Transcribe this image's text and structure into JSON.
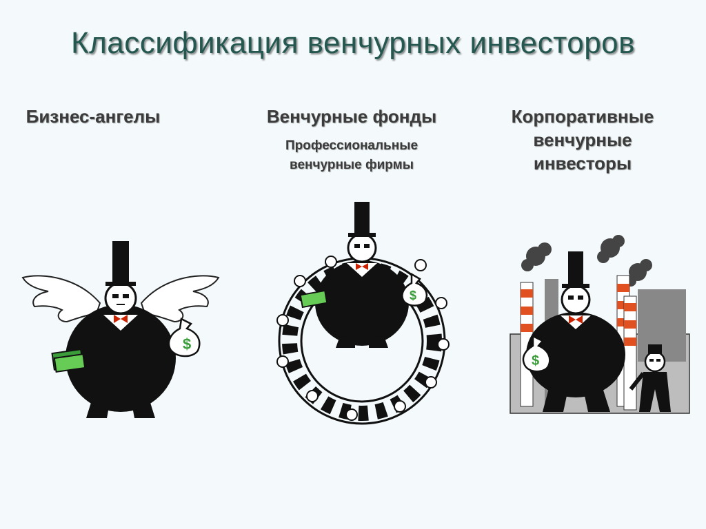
{
  "title": "Классификация венчурных инвесторов",
  "columns": [
    {
      "heading": "Бизнес-ангелы",
      "illustration": "angel-investor-icon"
    },
    {
      "heading": "Венчурные фонды",
      "subheading_line1": "Профессиональные",
      "subheading_line2": "венчурные фирмы",
      "illustration": "investor-circle-icon"
    },
    {
      "heading_line1": "Корпоративные",
      "heading_line2": "венчурные",
      "heading_line3": "инвесторы",
      "illustration": "corporate-factory-icon"
    }
  ],
  "colors": {
    "title": "#24574f",
    "text": "#3b3b3b",
    "background": "#f4fafb",
    "money": "#3a9d3a",
    "bow": "#cc2200",
    "chimney_stripe": "#e05020"
  }
}
